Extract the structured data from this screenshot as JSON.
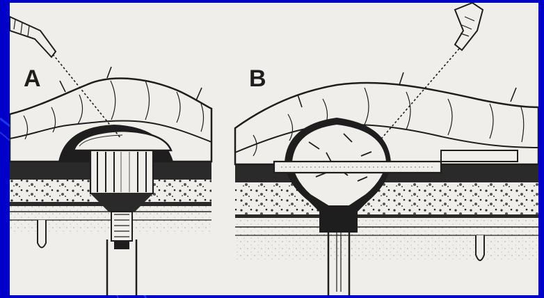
{
  "panels": [
    {
      "id": "A",
      "label": "A"
    },
    {
      "id": "B",
      "label": "B"
    }
  ],
  "colors": {
    "slide_background": "#0000c8",
    "figure_background": "#efeeea",
    "ink": "#1e1e1e",
    "dark_band": "#2a2a2a"
  }
}
